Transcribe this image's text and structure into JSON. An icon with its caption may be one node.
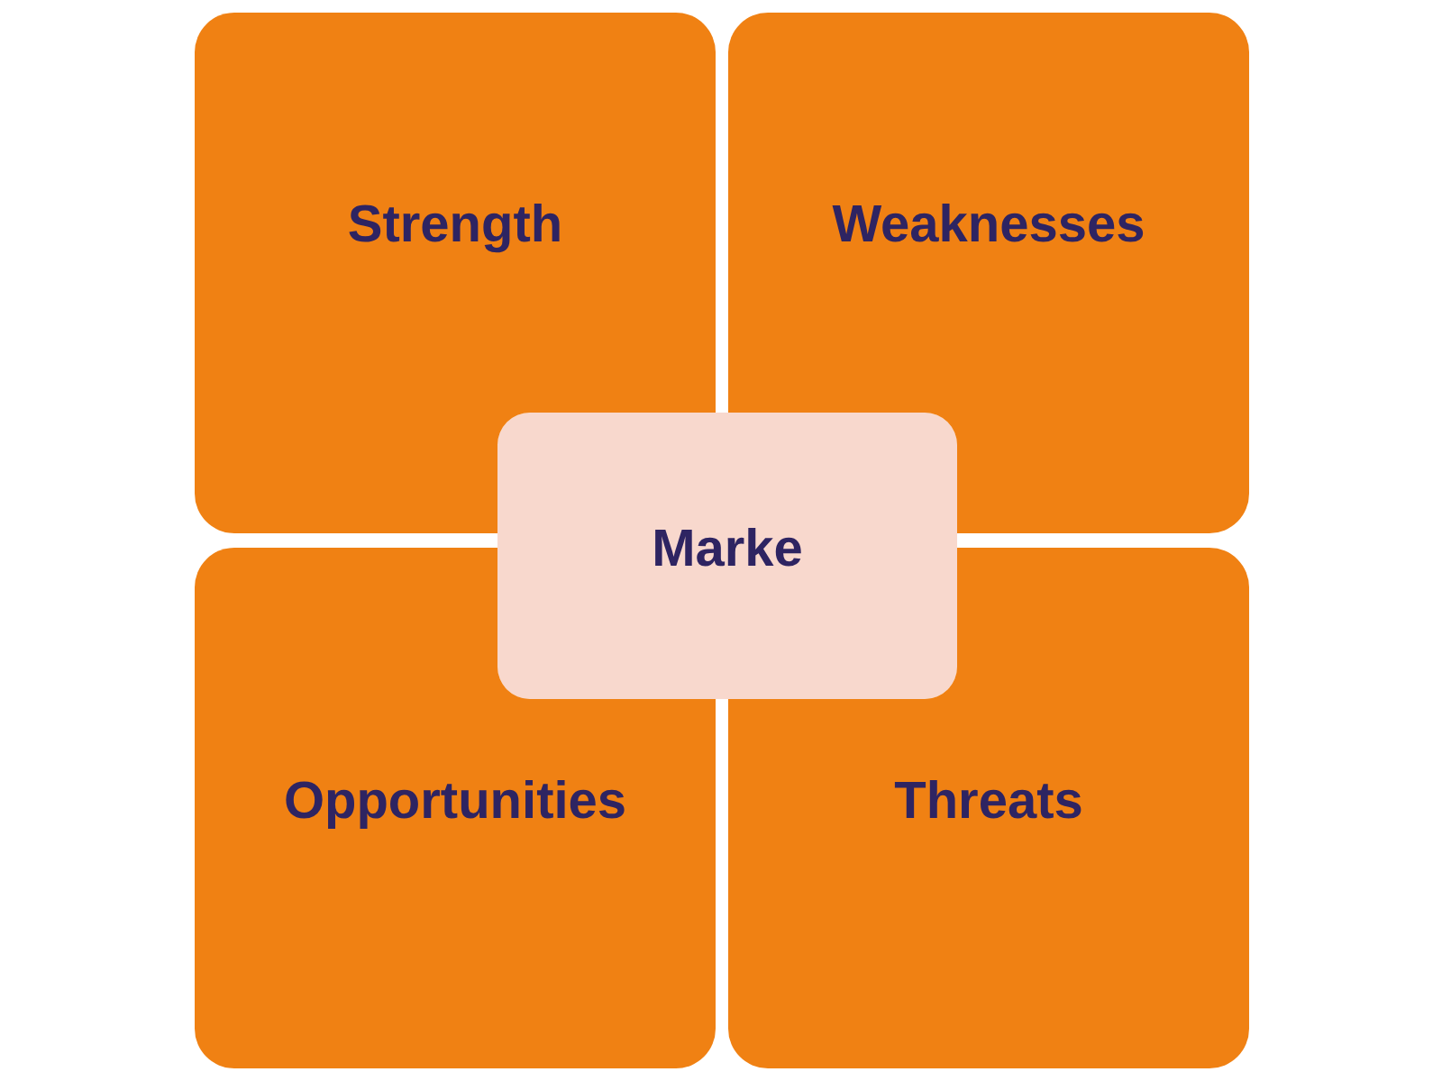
{
  "diagram": {
    "nodes": [
      {
        "text": [
          "Strength"
        ]
      },
      {
        "text": [
          "Weaknesses"
        ]
      },
      {
        "text": [
          "Opportunities"
        ]
      },
      {
        "text": [
          "Threats"
        ]
      },
      {
        "text": [
          "Marke"
        ]
      }
    ]
  }
}
